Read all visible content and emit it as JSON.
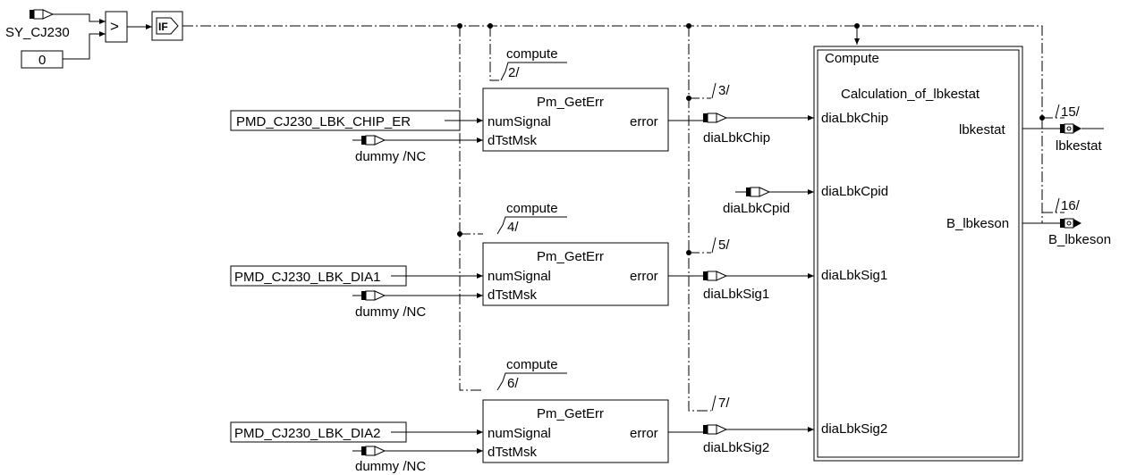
{
  "inputs": {
    "sy_cj230": "SY_CJ230",
    "const_zero": "0",
    "compare_op": ">",
    "if_label": "IF"
  },
  "signals": {
    "chip_er": "PMD_CJ230_LBK_CHIP_ER",
    "dia1": "PMD_CJ230_LBK_DIA1",
    "dia2": "PMD_CJ230_LBK_DIA2",
    "dummy_nc": "dummy /NC"
  },
  "getErr": {
    "title": "Pm_GetErr",
    "in1": "numSignal",
    "in2": "dTstMsk",
    "out": "error"
  },
  "compute_label": "compute",
  "seq": {
    "s2": "2/",
    "s3": "3/",
    "s4": "4/",
    "s5": "5/",
    "s6": "6/",
    "s7": "7/",
    "s15": "15/",
    "s16": "16/"
  },
  "mid_signals": {
    "chip": "diaLbkChip",
    "cpid": "diaLbkCpid",
    "sig1": "diaLbkSig1",
    "sig2": "diaLbkSig2"
  },
  "compute_block": {
    "title": "Compute",
    "subtitle": "Calculation_of_lbkestat",
    "in_chip": "diaLbkChip",
    "in_cpid": "diaLbkCpid",
    "in_sig1": "diaLbkSig1",
    "in_sig2": "diaLbkSig2",
    "out_lbkestat": "lbkestat",
    "out_lbkeson": "B_lbkeson"
  },
  "outputs": {
    "lbkestat": "lbkestat",
    "lbkeson": "B_lbkeson"
  }
}
